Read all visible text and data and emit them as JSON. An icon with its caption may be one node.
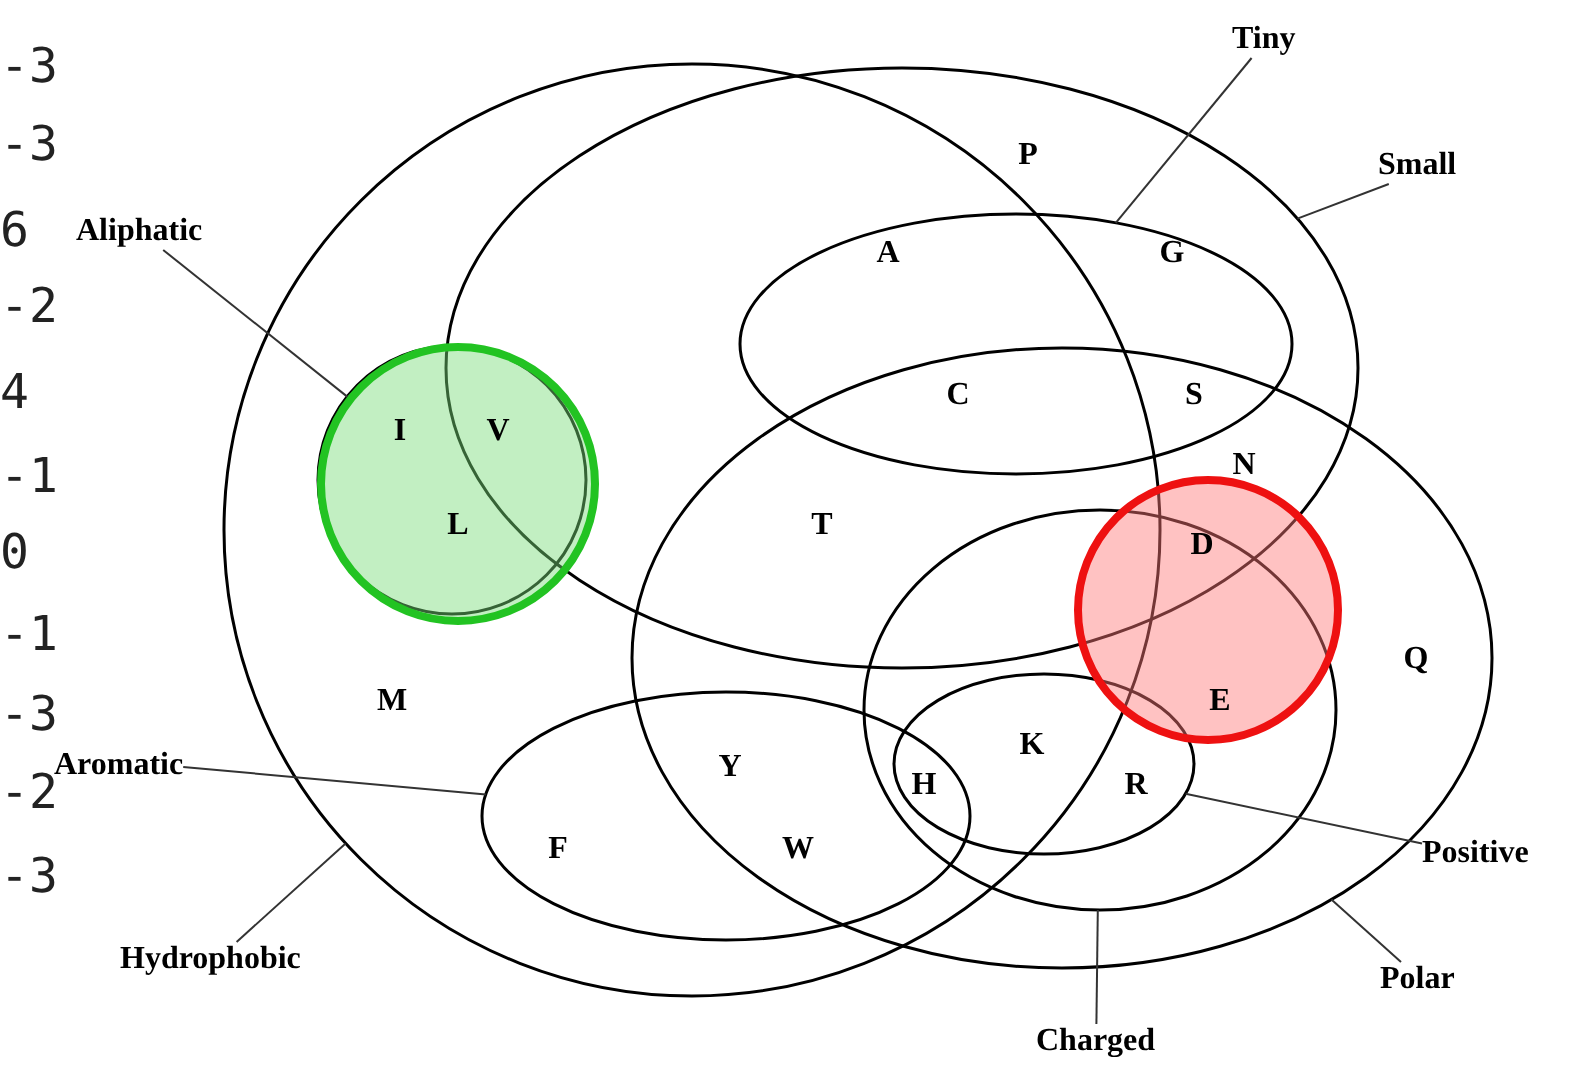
{
  "diagram": {
    "nodes": [
      {
        "text": [
          "Tiny"
        ]
      },
      {
        "text": [
          "Small"
        ]
      },
      {
        "text": [
          "Aliphatic"
        ]
      },
      {
        "text": [
          "Aromatic"
        ]
      },
      {
        "text": [
          "Hydrophobic"
        ]
      },
      {
        "text": [
          "Positive"
        ]
      },
      {
        "text": [
          "Polar"
        ]
      },
      {
        "text": [
          "Charged"
        ]
      },
      {
        "text": [],
        "shape": "ellipse",
        "in": 9
      },
      {
        "text": [],
        "shape": "ellipse"
      },
      {
        "text": [],
        "shape": "circle",
        "in": 12
      },
      {
        "text": [],
        "shape": "ellipse",
        "in": 12
      },
      {
        "text": [],
        "shape": "ellipse"
      },
      {
        "text": [],
        "shape": "ellipse",
        "in": 15
      },
      {
        "text": [],
        "shape": "ellipse"
      },
      {
        "text": [],
        "shape": "ellipse",
        "in": 14
      },
      {
        "text": [],
        "shape": "circle",
        "in": 12
      },
      {
        "text": [],
        "shape": "circle",
        "in": 14
      }
    ],
    "edges": [
      {
        "from": 0,
        "to": 8,
        "arrow": "none"
      },
      {
        "from": 1,
        "to": 9,
        "arrow": "none"
      },
      {
        "from": 2,
        "to": 10,
        "arrow": "none"
      },
      {
        "from": 3,
        "to": 11,
        "arrow": "none"
      },
      {
        "from": 4,
        "to": 12,
        "arrow": "none"
      },
      {
        "from": 5,
        "to": 13,
        "arrow": "none"
      },
      {
        "from": 6,
        "to": 14,
        "arrow": "none"
      },
      {
        "from": 7,
        "to": 15,
        "arrow": "none"
      }
    ],
    "labels": [
      "-3",
      "-3",
      "6",
      "-2",
      "4",
      "-1",
      "0",
      "-1",
      "-3",
      "-2",
      "-3",
      "P",
      "A",
      "G",
      "C",
      "S",
      "I",
      "V",
      "N",
      "L",
      "T",
      "D",
      "Q",
      "M",
      "E",
      "K",
      "Y",
      "H",
      "R",
      "F",
      "W"
    ]
  }
}
